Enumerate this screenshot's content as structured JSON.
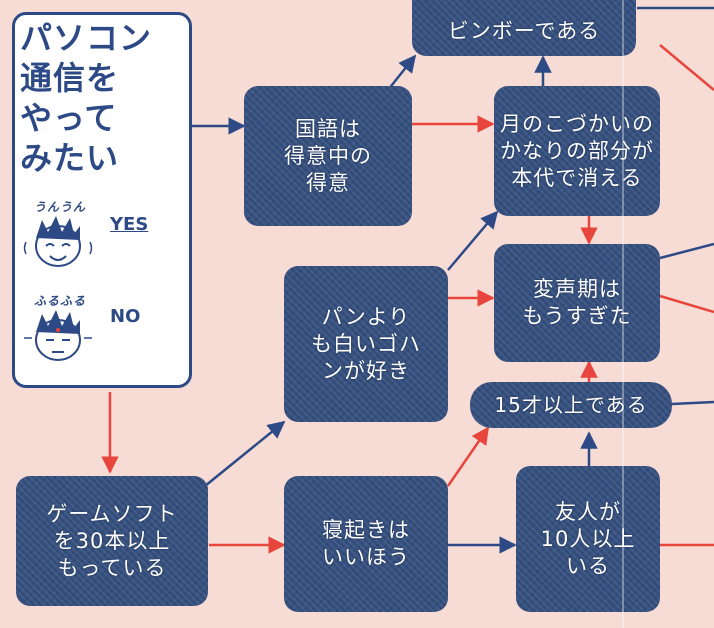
{
  "start": {
    "title": "パソコン\n通信を\nやって\nみたい"
  },
  "legend": {
    "yes_caption": "うんうん",
    "yes_label": "YES",
    "no_caption": "ふるふる",
    "no_label": "NO",
    "yes_color": "#2d4a86",
    "no_color": "#e8453c"
  },
  "nodes": {
    "kokugo": "国語は\n得意中の\n得意",
    "binbo": "ビンボーである",
    "kozukai": "月のこづかいの\nかなりの部分が\n本代で消える",
    "pan": "パンより\nも白いゴハ\nンが好き",
    "henseiki": "変声期は\nもうすぎた",
    "age15": "15才以上である",
    "game": "ゲームソフト\nを30本以上\nもっている",
    "neoki": "寝起きは\nいいほう",
    "yujin": "友人が\n10人以上\nいる"
  }
}
